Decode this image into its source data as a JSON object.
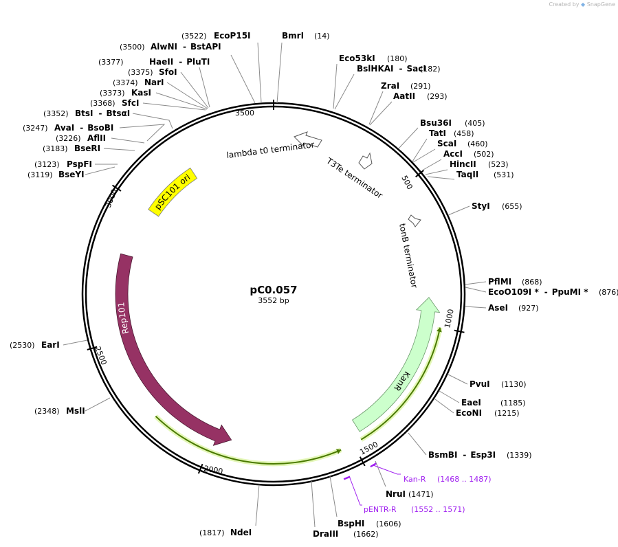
{
  "credit": {
    "prefix": "Created by",
    "brand": "SnapGene"
  },
  "plasmid": {
    "name": "pC0.057",
    "length_label": "3552 bp",
    "length": 3552
  },
  "colors": {
    "rep101": "#963264",
    "psc101_ori": "#ffff00",
    "kanr": "#ccffcc",
    "terminator": "#ffffff",
    "primer": "#a020f0",
    "orf_track": "#4a7a00",
    "orf_glow": "#e4f7b8",
    "backbone": "#000000"
  },
  "ticks": [
    "500",
    "1000",
    "1500",
    "2000",
    "2500",
    "3000",
    "3500"
  ],
  "features": [
    {
      "label": "pSC101 ori",
      "type": "origin",
      "start": 2912,
      "end": 3133,
      "direction": "none",
      "color": "#ffff00"
    },
    {
      "label": "Rep101",
      "type": "cds",
      "start": 1882,
      "end": 2830,
      "direction": "reverse",
      "color": "#963264"
    },
    {
      "label": "KanR",
      "type": "cds",
      "start": 980,
      "end": 1460,
      "direction": "reverse",
      "color": "#ccffcc"
    },
    {
      "label": "tonB terminator",
      "type": "terminator",
      "direction": "forward",
      "color": "#ffffff"
    },
    {
      "label": "T3Te terminator",
      "type": "terminator",
      "direction": "reverse",
      "color": "#ffffff"
    },
    {
      "label": "lambda t0 terminator",
      "type": "terminator",
      "direction": "reverse",
      "color": "#ffffff"
    }
  ],
  "primers": [
    {
      "name": "Kan-R",
      "range": "(1468 .. 1487)"
    },
    {
      "name": "pENTR-R",
      "range": "(1552 .. 1571)"
    }
  ],
  "sites": [
    {
      "names": [
        "BmrI"
      ],
      "pos": "(14)"
    },
    {
      "names": [
        "Eco53kI"
      ],
      "pos": "(180)"
    },
    {
      "names": [
        "BslHKAI",
        "SacI"
      ],
      "pos": "(182)"
    },
    {
      "names": [
        "ZraI"
      ],
      "pos": "(291)"
    },
    {
      "names": [
        "AatII"
      ],
      "pos": "(293)"
    },
    {
      "names": [
        "Bsu36I"
      ],
      "pos": "(405)"
    },
    {
      "names": [
        "TatI"
      ],
      "pos": "(458)"
    },
    {
      "names": [
        "ScaI"
      ],
      "pos": "(460)"
    },
    {
      "names": [
        "AccI"
      ],
      "pos": "(502)"
    },
    {
      "names": [
        "HincII"
      ],
      "pos": "(523)"
    },
    {
      "names": [
        "TaqII"
      ],
      "pos": "(531)"
    },
    {
      "names": [
        "StyI"
      ],
      "pos": "(655)"
    },
    {
      "names": [
        "PflMI"
      ],
      "pos": "(868)"
    },
    {
      "names": [
        "EcoO109I *",
        "PpuMI *"
      ],
      "pos": "(876)"
    },
    {
      "names": [
        "AseI"
      ],
      "pos": "(927)"
    },
    {
      "names": [
        "PvuI"
      ],
      "pos": "(1130)"
    },
    {
      "names": [
        "EaeI"
      ],
      "pos": "(1185)"
    },
    {
      "names": [
        "EcoNI"
      ],
      "pos": "(1215)"
    },
    {
      "names": [
        "BsmBI",
        "Esp3I"
      ],
      "pos": "(1339)"
    },
    {
      "names": [
        "NruI"
      ],
      "pos": "(1471)"
    },
    {
      "names": [
        "BspHI"
      ],
      "pos": "(1606)"
    },
    {
      "names": [
        "DraIII"
      ],
      "pos": "(1662)"
    },
    {
      "names": [
        "NdeI"
      ],
      "pos": "(1817)"
    },
    {
      "names": [
        "MslI"
      ],
      "pos": "(2348)"
    },
    {
      "names": [
        "EarI"
      ],
      "pos": "(2530)"
    },
    {
      "names": [
        "BseYI"
      ],
      "pos": "(3119)"
    },
    {
      "names": [
        "PspFI"
      ],
      "pos": "(3123)"
    },
    {
      "names": [
        "BseRI"
      ],
      "pos": "(3183)"
    },
    {
      "names": [
        "AflII"
      ],
      "pos": "(3226)"
    },
    {
      "names": [
        "AvaI",
        "BsoBI"
      ],
      "pos": "(3247)"
    },
    {
      "names": [
        "BtsI",
        "BtsαI"
      ],
      "pos": "(3352)"
    },
    {
      "names": [
        "SfcI"
      ],
      "pos": "(3368)"
    },
    {
      "names": [
        "KasI"
      ],
      "pos": "(3373)"
    },
    {
      "names": [
        "NarI"
      ],
      "pos": "(3374)"
    },
    {
      "names": [
        "SfoI"
      ],
      "pos": "(3375)"
    },
    {
      "names": [
        "HaeII",
        "PluTI"
      ],
      "pos": "(3377)"
    },
    {
      "names": [
        "AlwNI",
        "BstAPI"
      ],
      "pos": "(3500)"
    },
    {
      "names": [
        "EcoP15I"
      ],
      "pos": "(3522)"
    }
  ]
}
